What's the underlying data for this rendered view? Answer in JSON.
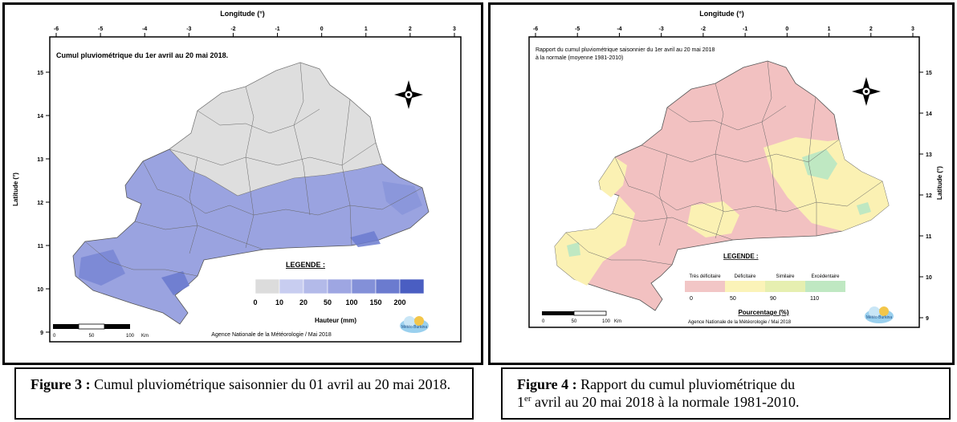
{
  "figure3": {
    "axis_top_label": "Longitude (°)",
    "axis_left_label": "Latitude (°)",
    "lon_ticks": [
      "-6",
      "-5",
      "-4",
      "-3",
      "-2",
      "-1",
      "0",
      "1",
      "2",
      "3"
    ],
    "lat_ticks": [
      "15",
      "14",
      "13",
      "12",
      "11",
      "10",
      "9"
    ],
    "map_title": "Cumul pluviométrique du 1er avril au 20 mai 2018.",
    "legend_title": "LEGENDE :",
    "legend_values": [
      "0",
      "10",
      "20",
      "50",
      "100",
      "150",
      "200"
    ],
    "legend_colors": [
      "#dcdcdc",
      "#c8cdf0",
      "#b3bae9",
      "#9ea6e2",
      "#8390d8",
      "#6b7bcf",
      "#4a5ec2"
    ],
    "legend_unit": "Hauteur (mm)",
    "scale_labels": [
      "0",
      "50",
      "100"
    ],
    "scale_unit": "Km",
    "source": "Agence Nationale de la Météorologie / Mai 2018",
    "logo_text": "Météo Burkina",
    "caption_label": "Figure 3 :",
    "caption_text": " Cumul pluviométrique saisonnier du 01 avril au 20 mai 2018."
  },
  "figure4": {
    "axis_top_label": "Longitude (°)",
    "axis_right_label": "Latitude (°)",
    "lon_ticks": [
      "-6",
      "-5",
      "-4",
      "-3",
      "-2",
      "-1",
      "0",
      "1",
      "2",
      "3"
    ],
    "lat_ticks": [
      "15",
      "14",
      "13",
      "12",
      "11",
      "10",
      "9"
    ],
    "map_title_line1": "Rapport du cumul pluviométrique saisonnier du 1er avril au 20 mai 2018",
    "map_title_line2": "à la normale (moyenne 1981-2010)",
    "legend_title": "LEGENDE :",
    "legend_classes": [
      "Très déficitaire",
      "Déficitaire",
      "Similaire",
      "Excédentaire"
    ],
    "legend_colors": [
      "#f2c6c6",
      "#fbf3b8",
      "#e6efb0",
      "#bfe8c2"
    ],
    "legend_values": [
      "0",
      "50",
      "90",
      "110"
    ],
    "legend_unit": "Pourcentage (%)",
    "scale_labels": [
      "0",
      "50",
      "100"
    ],
    "scale_unit": "Km",
    "source": "Agence Nationale de la Météorologie / Mai 2018",
    "logo_text": "Météo Burkina",
    "caption_label": "Figure 4 :",
    "caption_text_1": " Rapport du cumul pluviométrique du",
    "caption_sup_num": "1",
    "caption_sup": "er",
    "caption_text_2": " avril au 20 mai 2018 à la normale 1981-2010."
  }
}
